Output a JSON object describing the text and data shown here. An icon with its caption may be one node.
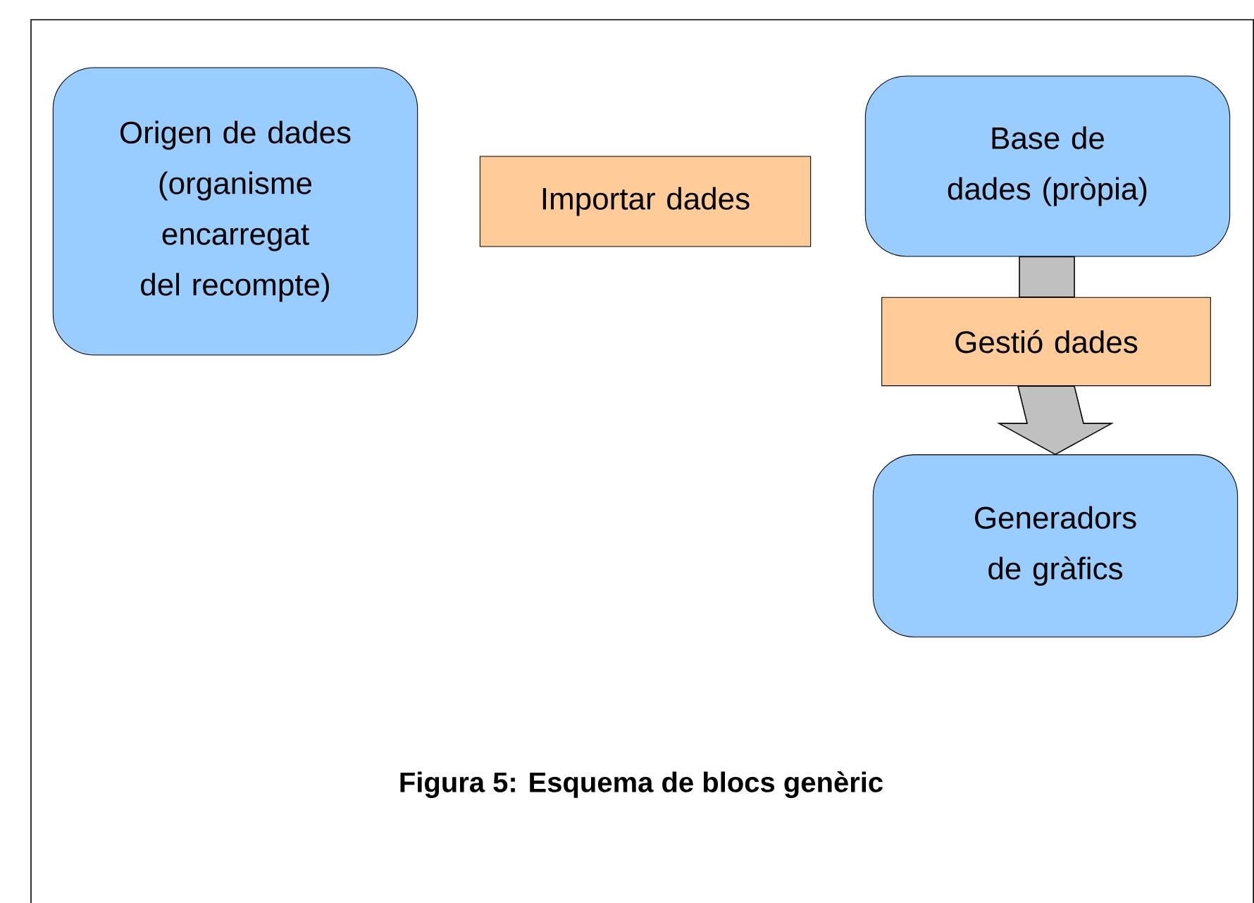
{
  "diagram": {
    "caption": "Figura 5: Esquema de blocs genèric",
    "nodes": [
      {
        "text": [
          "Origen de dades (organisme encarregat del recompte)"
        ]
      },
      {
        "text": [
          "Importar dades"
        ]
      },
      {
        "text": [
          "Base de dades (pròpia)"
        ]
      },
      {
        "text": [
          "Gestió dades"
        ]
      },
      {
        "text": [
          "Generadors de gràfics"
        ]
      }
    ],
    "edges": [
      {
        "from": 2,
        "to": 3,
        "arrow": "none",
        "style": "thick"
      },
      {
        "from": 3,
        "to": 4,
        "arrow": "to",
        "style": "thick"
      }
    ]
  }
}
